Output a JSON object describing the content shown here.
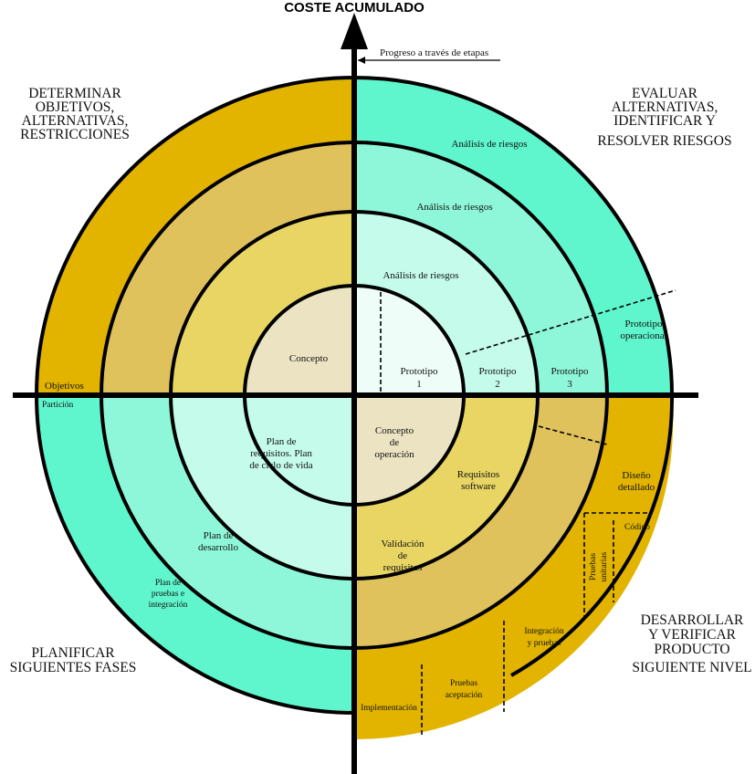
{
  "axis": {
    "title": "COSTE ACUMULADO",
    "progress_label": "Progreso a través de etapas"
  },
  "quadrants": {
    "top_left": [
      "DETERMINAR",
      "OBJETIVOS,",
      "ALTERNATIVAS,",
      "RESTRICCIONES"
    ],
    "top_right": [
      "EVALUAR",
      "ALTERNATIVAS,",
      "IDENTIFICAR Y",
      "RESOLVER RIESGOS"
    ],
    "bottom_left": [
      "PLANIFICAR",
      "SIGUIENTES FASES"
    ],
    "bottom_right": [
      "DESARROLLAR",
      "Y VERIFICAR",
      "PRODUCTO",
      "SIGUIENTE NIVEL"
    ]
  },
  "labels": {
    "objetivos": "Objetivos",
    "particion": "Partición",
    "concepto": "Concepto",
    "analisis_1": "Análisis de riesgos",
    "analisis_2": "Análisis de riesgos",
    "analisis_3": "Análisis de riesgos",
    "prototipo_1": [
      "Prototipo",
      "1"
    ],
    "prototipo_2": [
      "Prototipo",
      "2"
    ],
    "prototipo_3": [
      "Prototipo",
      "3"
    ],
    "prototipo_operacional": [
      "Prototipo",
      "operacional"
    ],
    "concepto_operacion": [
      "Concepto",
      "de",
      "operación"
    ],
    "requisitos_software": [
      "Requisitos",
      "software"
    ],
    "validacion_requisitos": [
      "Validación",
      "de",
      "requisitos"
    ],
    "diseno_detallado": [
      "Diseño",
      "detallado"
    ],
    "codigo": "Código",
    "pruebas_unitarias": [
      "Pruebas",
      "unitarias"
    ],
    "integracion_pruebas": [
      "Integración",
      "y pruebas"
    ],
    "pruebas_aceptacion": [
      "Pruebas",
      "aceptación"
    ],
    "implementacion": "Implementación",
    "plan_requisitos": [
      "Plan de",
      "requisitos. Plan",
      "de ciclo de vida"
    ],
    "plan_desarrollo": [
      "Plan de",
      "desarrollo"
    ],
    "plan_pruebas": [
      "Plan de",
      "pruebas e",
      "integración"
    ]
  },
  "colors": {
    "gold_outer": "#e2b400",
    "gold_mid": "#e0c25c",
    "gold_inner": "#e8d563",
    "center": "#ece3c3",
    "teal_outer": "#5ff5cd",
    "teal_mid": "#8ff7d9",
    "teal_inner": "#c4fbea",
    "teal_center": "#eefdf7"
  }
}
